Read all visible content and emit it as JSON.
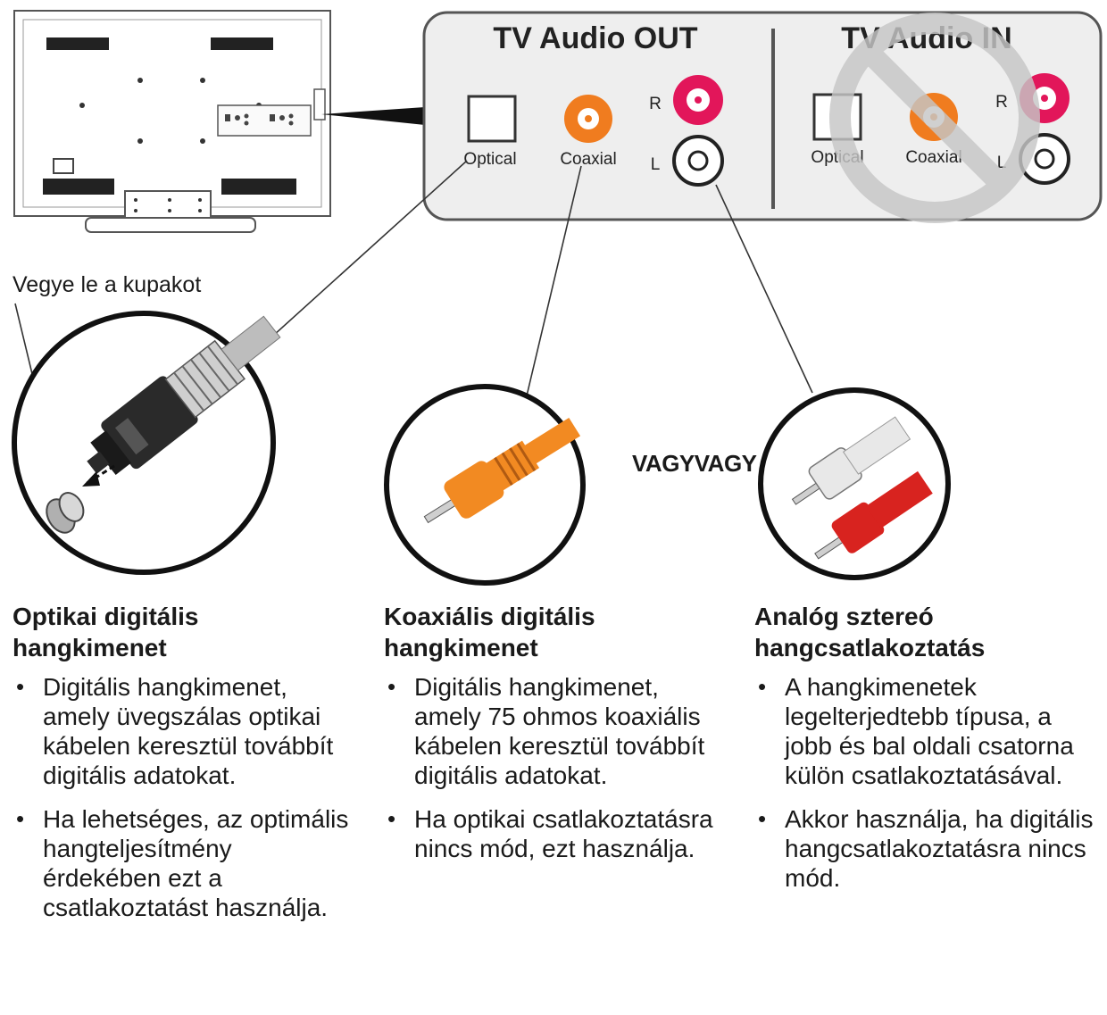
{
  "panel": {
    "out_title": "TV Audio OUT",
    "in_title": "TV Audio IN",
    "optical": "Optical",
    "coaxial": "Coaxial",
    "right": "R",
    "left": "L"
  },
  "callout_cap": "Vegye le a kupakot",
  "or_label": "VAGYVAGY",
  "colors": {
    "coaxial": "#f07c1f",
    "red": "#e2165a",
    "panel_fill": "#eeeeee",
    "prohibited": "#c6c6c6",
    "orange_cable": "#f28a22",
    "red_cable": "#d8231f"
  },
  "columns": [
    {
      "title_line1": "Optikai digitális",
      "title_line2": "hangkimenet",
      "bullets": [
        "Digitális hangkimenet, amely üvegszálas optikai kábelen keresztül továbbít digitális adatokat.",
        "Ha lehetséges, az optimális hangteljesítmény érdekében ezt a csatlakoztatást használja."
      ]
    },
    {
      "title_line1": "Koaxiális digitális",
      "title_line2": "hangkimenet",
      "bullets": [
        "Digitális hangkimenet, amely 75 ohmos koaxiális kábelen keresztül továbbít digitális adatokat.",
        "Ha optikai csatlakoztatásra nincs mód, ezt használja."
      ]
    },
    {
      "title_line1": "Analóg sztereó",
      "title_line2": "hangcsatlakoztatás",
      "bullets": [
        "A hangkimenetek legelterjedtebb típusa, a jobb és bal oldali csatorna külön csatlakoztatásával.",
        "Akkor használja, ha digitális hangcsatlakoztatásra nincs mód."
      ]
    }
  ]
}
